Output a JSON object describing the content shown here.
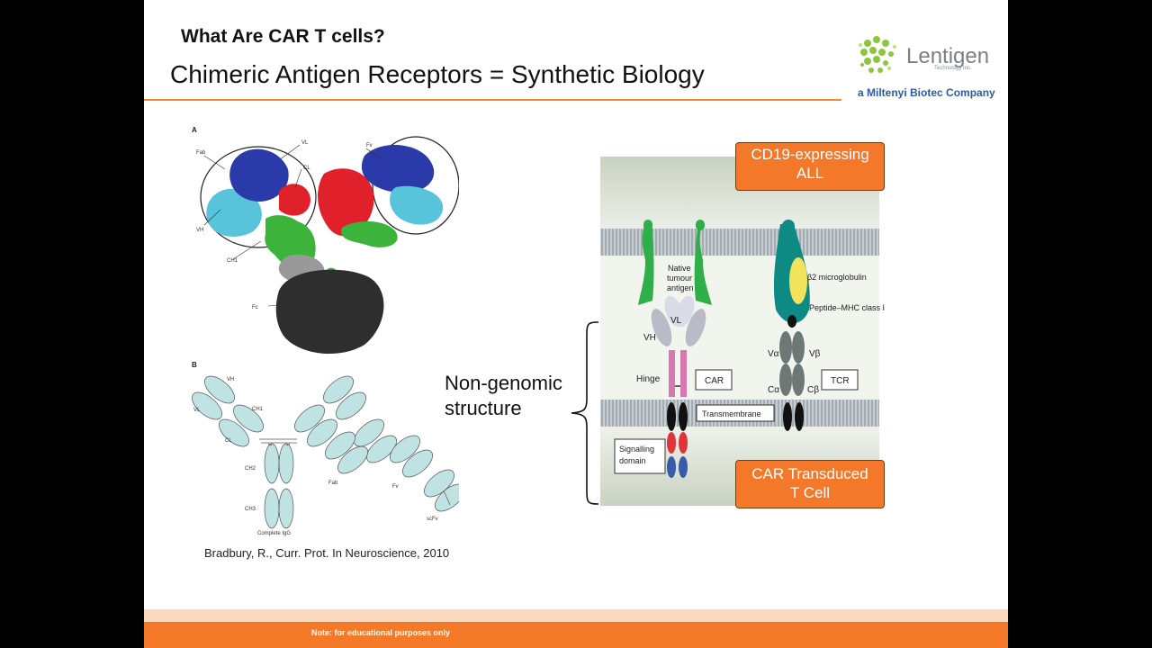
{
  "slide": {
    "heading": "What Are CAR T cells?",
    "subtitle": "Chimeric Antigen Receptors = Synthetic Biology",
    "logo": {
      "brand": "Lentigen",
      "brand_sub": "Technology Inc.",
      "company": "a Miltenyi Biotec Company"
    },
    "left_figure": {
      "panel_a": "A",
      "panel_b": "B",
      "labels_a": {
        "fab": "Fab",
        "fv": "Fv",
        "vl": "VL",
        "cl": "CL",
        "vh": "VH",
        "ch1": "CH1",
        "fc": "Fc"
      },
      "labels_b": {
        "vh": "VH",
        "vl": "VL",
        "ch1": "CH1",
        "cl": "CL",
        "ch2": "CH2",
        "ch3": "CH3",
        "fab": "Fab",
        "fv": "Fv",
        "scfv": "scFv",
        "complete": "Complete IgG"
      },
      "citation": "Bradbury, R., Curr. Prot. In Neuroscience, 2010"
    },
    "non_genomic": [
      "Non-genomic",
      "structure"
    ],
    "right_figure": {
      "native_antigen": [
        "Native",
        "tumour",
        "antigen"
      ],
      "b2m": "β2 microglobulin",
      "peptide_mhc": "Peptide–MHC class I",
      "vl": "VL",
      "vh": "VH",
      "hinge": "Hinge",
      "car": "CAR",
      "va": "Vα",
      "vb": "Vβ",
      "ca": "Cα",
      "cb": "Cβ",
      "tcr": "TCR",
      "transmembrane": "Transmembrane",
      "signalling": [
        "Signalling",
        "domain"
      ]
    },
    "callouts": {
      "top": [
        "CD19-expressing",
        "ALL"
      ],
      "bottom": [
        "CAR Transduced",
        "T Cell"
      ]
    },
    "footer_note": "Note: for educational purposes only",
    "colors": {
      "accent": "#f47a2a",
      "logo_blue": "#2a5aa8"
    }
  }
}
